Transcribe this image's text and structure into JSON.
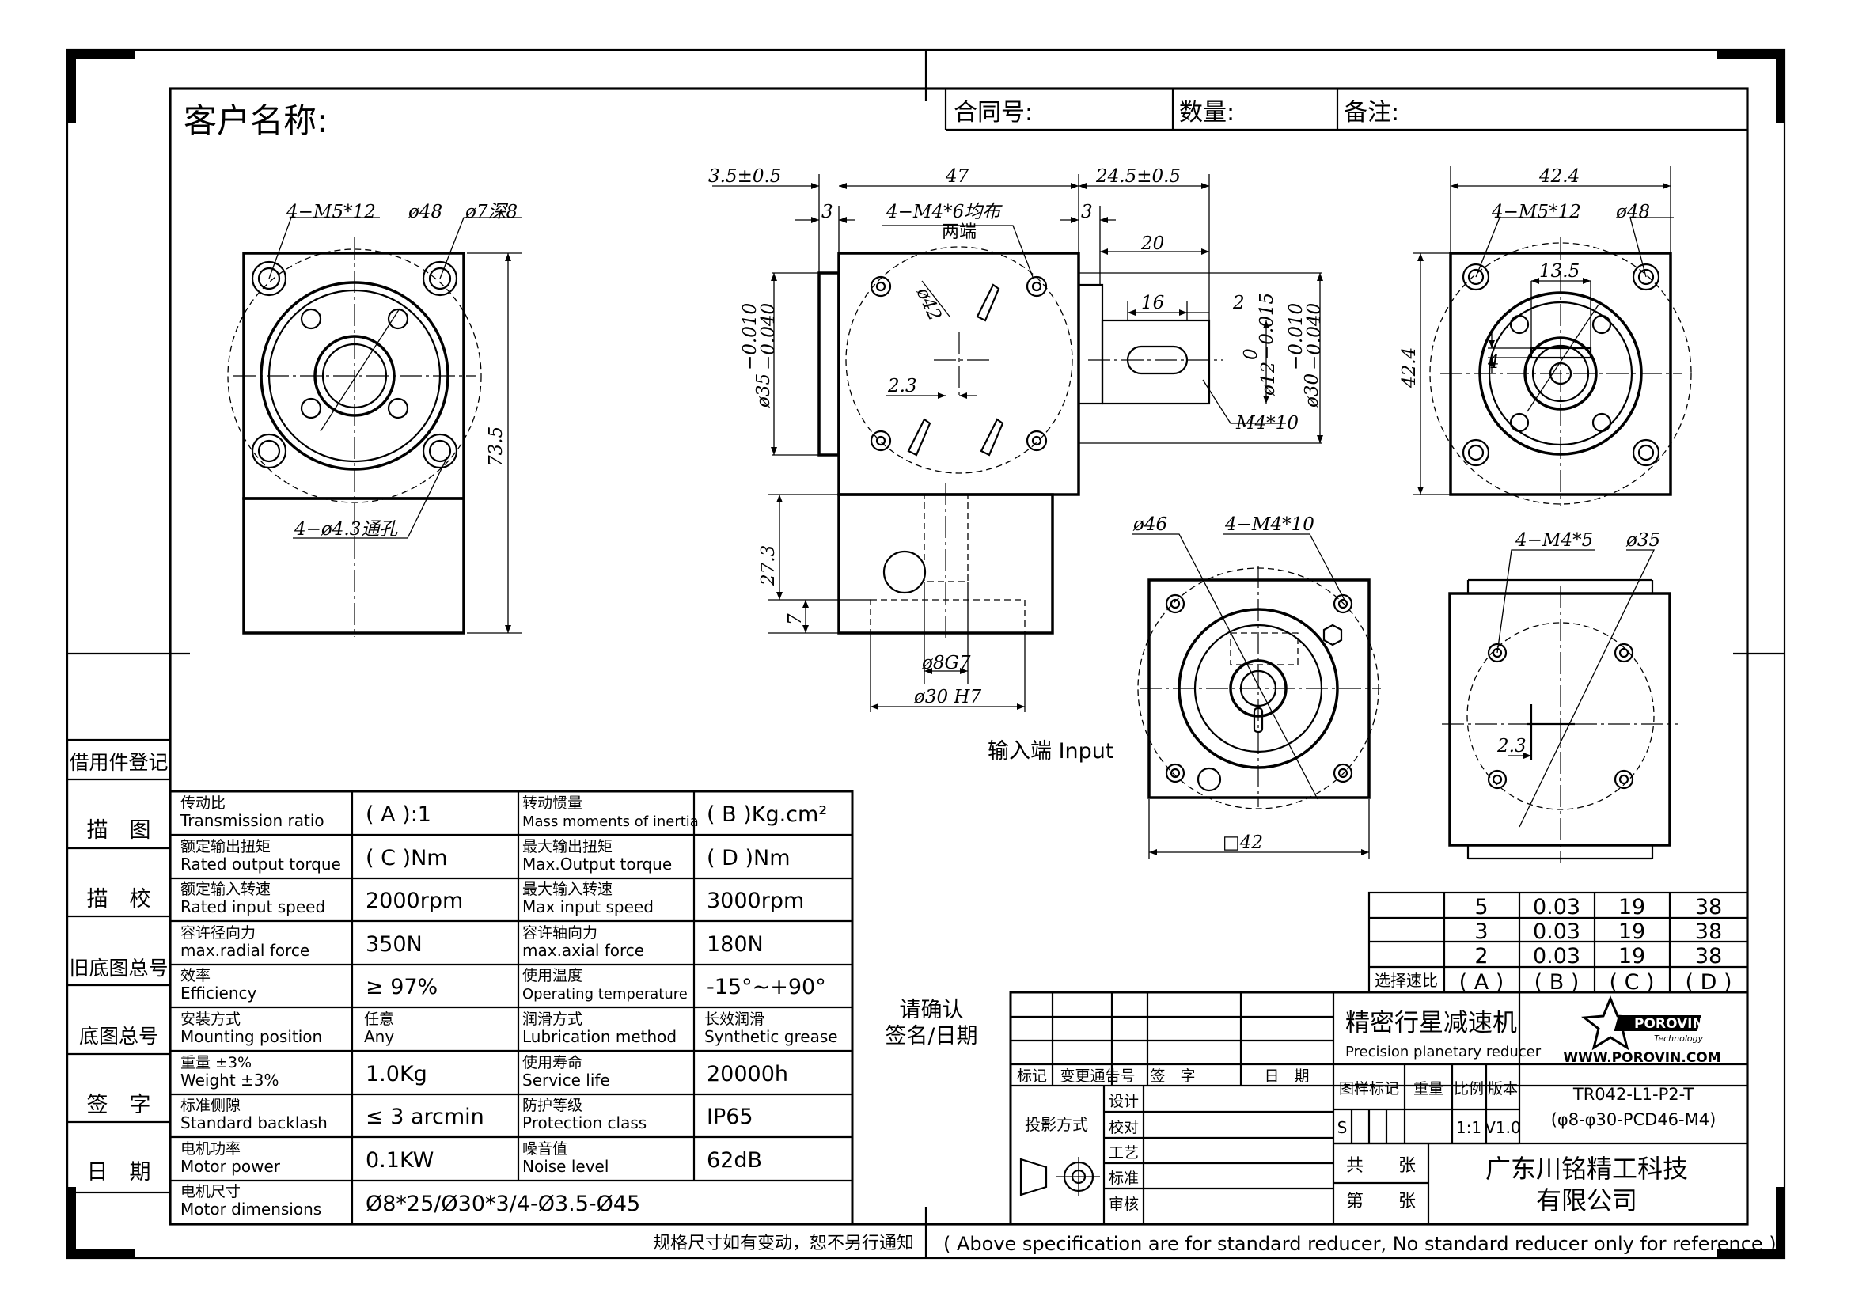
{
  "header": {
    "customer_label": "客户名称:",
    "contract_label": "合同号:",
    "quantity_label": "数量:",
    "remark_label": "备注:"
  },
  "left_strip": [
    "借用件登记",
    "描　图",
    "描　校",
    "旧底图总号",
    "底图总号",
    "签　字",
    "日　期"
  ],
  "dims": {
    "front": {
      "bolt": "4−M5*12",
      "pilot": "ø48",
      "hole": "ø7深8",
      "height": "73.5",
      "thru": "4−ø4.3通孔"
    },
    "side": {
      "d1": "3.5±0.5",
      "d2": "47",
      "d3": "24.5±0.5",
      "d4": "3",
      "d5": "3",
      "d6": "20",
      "d7": "16",
      "d8": "2",
      "note1": "4−M4*6均布",
      "note2": "两端",
      "pcd": "ø42",
      "off": "2.3",
      "b1": "ø35",
      "b1t": "−0.010",
      "b1b": "−0.040",
      "b2": "ø12",
      "b2t": "0",
      "b2b": "−0.015",
      "b3": "ø30",
      "b3t": "−0.010",
      "b3b": "−0.040",
      "m410": "M4*10",
      "h1": "27.3",
      "h2": "7",
      "bore": "ø8G7",
      "spig": "ø30 H7"
    },
    "right_top": {
      "w": "42.4",
      "bolt": "4−M5*12",
      "pilot": "ø48",
      "key": "13.5",
      "h": "42.4",
      "k": "4"
    },
    "bottom_mid": {
      "pcd": "ø46",
      "bolt": "4−M4*10",
      "sq": "□42"
    },
    "bottom_right": {
      "bolt": "4−M4*5",
      "pcd": "ø35",
      "off": "2.3"
    },
    "input_label": "输入端 Input"
  },
  "specs": [
    {
      "cn1": "传动比",
      "en1": "Transmission ratio",
      "v1": "(  A  ):1",
      "cn2": "转动惯量",
      "en2": "Mass moments of inertia",
      "v2": "(  B  )Kg.cm²"
    },
    {
      "cn1": "额定输出扭矩",
      "en1": "Rated output torque",
      "v1": "(  C  )Nm",
      "cn2": "最大输出扭矩",
      "en2": "Max.Output torque",
      "v2": "(  D  )Nm"
    },
    {
      "cn1": "额定输入转速",
      "en1": "Rated input speed",
      "v1": "2000rpm",
      "cn2": "最大输入转速",
      "en2": "Max input speed",
      "v2": "3000rpm"
    },
    {
      "cn1": "容许径向力",
      "en1": "max.radial force",
      "v1": "350N",
      "cn2": "容许轴向力",
      "en2": "max.axial  force",
      "v2": "180N"
    },
    {
      "cn1": "效率",
      "en1": "Efficiency",
      "v1": "≥ 97%",
      "cn2": "使用温度",
      "en2": "Operating temperature",
      "v2": "-15°~+90°"
    },
    {
      "cn1": "安装方式",
      "en1": "Mounting position",
      "v1s_cn": "任意",
      "v1s_en": "Any",
      "cn2": "润滑方式",
      "en2": "Lubrication method",
      "v2s_cn": "长效润滑",
      "v2s_en": "Synthetic grease"
    },
    {
      "cn1": "重量  ±3%",
      "en1": "Weight ±3%",
      "v1": "1.0Kg",
      "cn2": "使用寿命",
      "en2": "Service life",
      "v2": "20000h"
    },
    {
      "cn1": "标准侧隙",
      "en1": "Standard backlash",
      "v1": "≤ 3 arcmin",
      "cn2": "防护等级",
      "en2": "Protection class",
      "v2": "IP65"
    },
    {
      "cn1": "电机功率",
      "en1": "Motor power",
      "v1": "0.1KW",
      "cn2": "噪音值",
      "en2": "Noise level",
      "v2": "62dB"
    }
  ],
  "motor_dim": {
    "cn": "电机尺寸",
    "en": "Motor dimensions",
    "value": "Ø8*25/Ø30*3/4-Ø3.5-Ø45"
  },
  "confirm": {
    "l1": "请确认",
    "l2": "签名/日期"
  },
  "ratio_table": {
    "rows": [
      [
        "5",
        "0.03",
        "19",
        "38"
      ],
      [
        "3",
        "0.03",
        "19",
        "38"
      ],
      [
        "2",
        "0.03",
        "19",
        "38"
      ]
    ],
    "sel_label": "选择速比",
    "heads": [
      "( A )",
      "( B )",
      "( C )",
      "( D )"
    ]
  },
  "title_block": {
    "product_cn": "精密行星减速机",
    "product_en": "Precision planetary reducer",
    "logo": "POROVIN",
    "logo_sub": "Technology",
    "website": "WWW.POROVIN.COM",
    "rev_heads": [
      "标记",
      "变更通告号",
      "签　字",
      "日　期"
    ],
    "proj": "投影方式",
    "roles": [
      "设计",
      "校对",
      "工艺",
      "标准",
      "审核"
    ],
    "mark_label": "图样标记",
    "weight_label": "重量",
    "scale_label": "比例",
    "ver_label": "版本",
    "mark_val": "S",
    "scale_val": "1:1",
    "ver_val": "V1.0",
    "model1": "TR042-L1-P2-T",
    "model2": "(φ8-φ30-PCD46-M4)",
    "total": "共　　张",
    "sheet": "第　　张",
    "company1": "广东川铭精工科技",
    "company2": "有限公司"
  },
  "footer": {
    "cn": "规格尺寸如有变动，恕不另行通知",
    "en": "( Above specification are for standard reducer, No standard reducer only for reference )"
  }
}
